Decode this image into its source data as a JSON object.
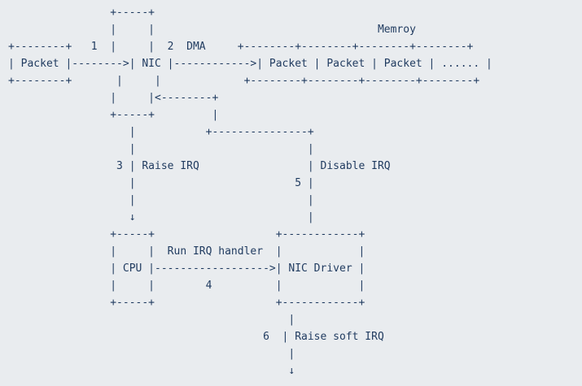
{
  "diagram": {
    "lines": [
      "                +-----+",
      "                |     |                                   Memroy",
      "+--------+   1  |     |  2  DMA     +--------+--------+--------+--------+",
      "| Packet |-------->| NIC |------------>| Packet | Packet | Packet | ...... |",
      "+--------+       |     |             +--------+--------+--------+--------+",
      "                |     |<--------+",
      "                +-----+         |",
      "                   |           +---------------+",
      "                   |                           |",
      "                 3 | Raise IRQ                 | Disable IRQ",
      "                   |                         5 |",
      "                   |                           |",
      "                   ↓                           |",
      "                +-----+                   +------------+",
      "                |     |  Run IRQ handler  |            |",
      "                | CPU |------------------>| NIC Driver |",
      "                |     |        4          |            |",
      "                +-----+                   +------------+",
      "                                            |",
      "                                        6  | Raise soft IRQ",
      "                                            |",
      "                                            ↓"
    ]
  }
}
